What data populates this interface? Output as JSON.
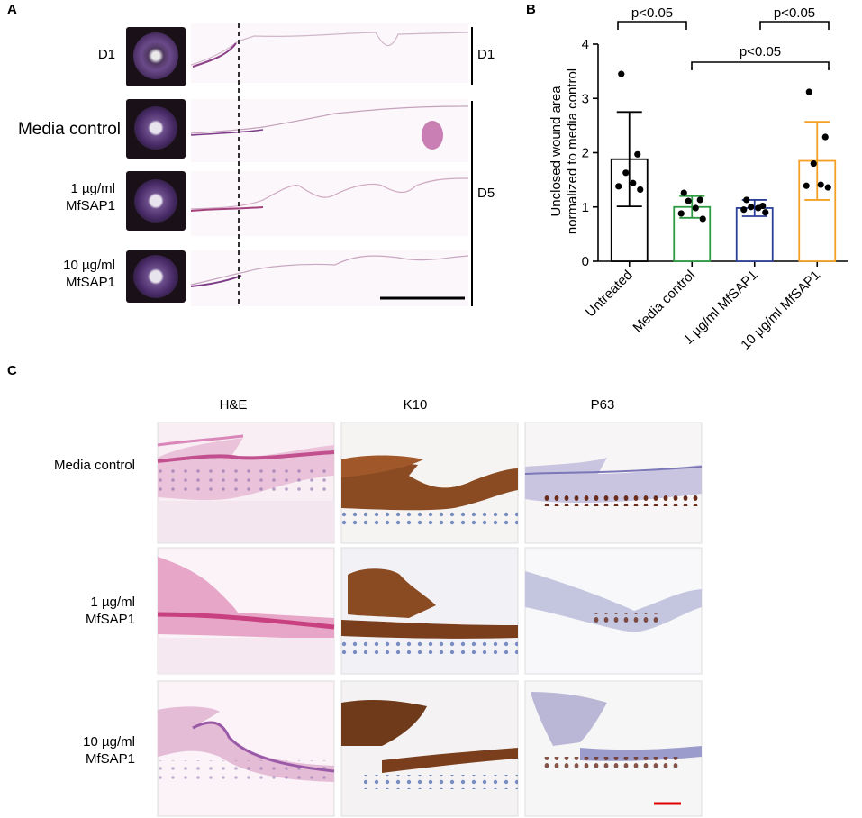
{
  "panel_a": {
    "letter": "A",
    "rows": [
      {
        "label": "D1"
      },
      {
        "label": "Media control"
      },
      {
        "label_line1": "1 µg/ml",
        "label_line2": "MfSAP1"
      },
      {
        "label_line1": "10 µg/ml",
        "label_line2": "MfSAP1"
      }
    ],
    "bracket_d1": "D1",
    "bracket_d5": "D5"
  },
  "panel_b": {
    "letter": "B",
    "y_label_line1": "Unclosed wound area",
    "y_label_line2": "normalized to media control",
    "sig1": "p<0.05",
    "sig2": "p<0.05",
    "sig3": "p<0.05"
  },
  "chart_data": {
    "type": "bar",
    "categories": [
      "Untreated",
      "Media control",
      "1 µg/ml MfSAP1",
      "10 µg/ml MfSAP1"
    ],
    "values": [
      1.88,
      1.0,
      0.98,
      1.85
    ],
    "error": [
      0.87,
      0.2,
      0.15,
      0.72
    ],
    "points": [
      [
        3.45,
        1.97,
        1.63,
        1.44,
        1.38,
        1.32
      ],
      [
        1.26,
        1.13,
        1.11,
        0.98,
        0.88,
        0.78
      ],
      [
        1.13,
        1.02,
        1.0,
        0.98,
        0.95,
        0.9
      ],
      [
        3.12,
        2.29,
        1.8,
        1.41,
        1.39,
        1.36
      ]
    ],
    "colors": [
      "#000000",
      "#2e9a43",
      "#2c3f97",
      "#f4a025"
    ],
    "ylim": [
      0,
      4
    ],
    "yticks": [
      0,
      1,
      2,
      3,
      4
    ],
    "xlabel": "",
    "ylabel": "Unclosed wound area normalized to media control",
    "grid": false
  },
  "panel_c": {
    "letter": "C",
    "columns": [
      "H&E",
      "K10",
      "P63"
    ],
    "rows": [
      {
        "label_line1": "Media control",
        "label_line2": ""
      },
      {
        "label_line1": "1 µg/ml",
        "label_line2": "MfSAP1"
      },
      {
        "label_line1": "10 µg/ml",
        "label_line2": "MfSAP1"
      }
    ]
  }
}
